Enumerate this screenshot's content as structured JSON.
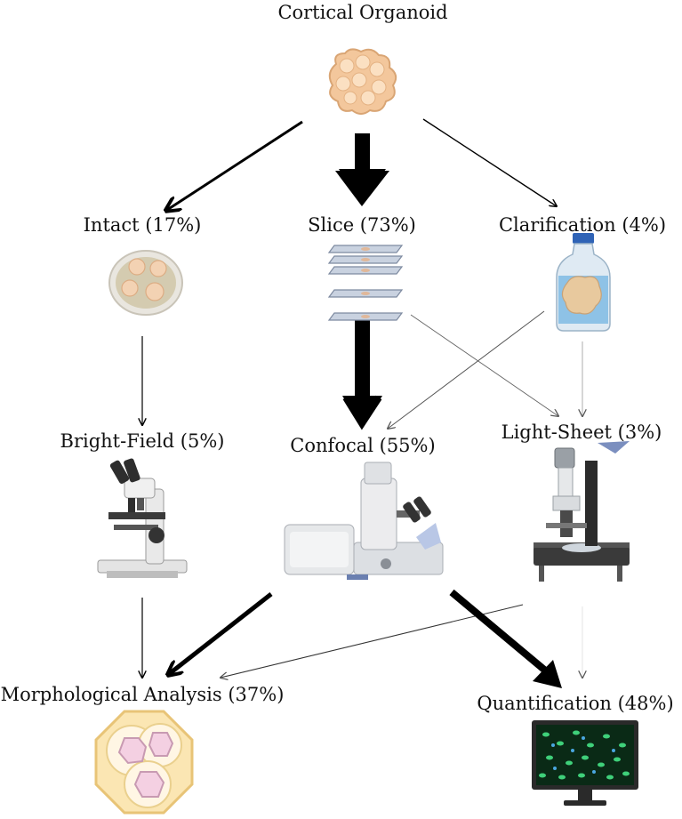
{
  "title": "Cortical Organoid",
  "nodes": {
    "intact": {
      "label": "Intact (17%)",
      "icon": "petri-dish-organoids-icon"
    },
    "slice": {
      "label": "Slice (73%)",
      "icon": "glass-slides-icon"
    },
    "clarification": {
      "label": "Clarification (4%)",
      "icon": "clearing-bottle-icon"
    },
    "bright_field": {
      "label": "Bright-Field (5%)",
      "icon": "upright-microscope-icon"
    },
    "confocal": {
      "label": "Confocal (55%)",
      "icon": "confocal-microscope-icon"
    },
    "light_sheet": {
      "label": "Light-Sheet (3%)",
      "icon": "light-sheet-microscope-icon"
    },
    "morphological": {
      "label": "Morphological Analysis (37%)",
      "icon": "cell-diagram-icon"
    },
    "quantification": {
      "label": "Quantification (48%)",
      "icon": "monitor-cells-icon"
    }
  },
  "edges": [
    {
      "from": "organoid",
      "to": "intact",
      "weight": "medium"
    },
    {
      "from": "organoid",
      "to": "slice",
      "weight": "heavy"
    },
    {
      "from": "organoid",
      "to": "clarification",
      "weight": "thin"
    },
    {
      "from": "intact",
      "to": "bright_field",
      "weight": "thin"
    },
    {
      "from": "slice",
      "to": "confocal",
      "weight": "heavy"
    },
    {
      "from": "slice",
      "to": "light_sheet",
      "weight": "faint"
    },
    {
      "from": "clarification",
      "to": "confocal",
      "weight": "faint"
    },
    {
      "from": "clarification",
      "to": "light_sheet",
      "weight": "faint"
    },
    {
      "from": "bright_field",
      "to": "morphological",
      "weight": "thin"
    },
    {
      "from": "confocal",
      "to": "morphological",
      "weight": "medium"
    },
    {
      "from": "confocal",
      "to": "quantification",
      "weight": "heavy"
    },
    {
      "from": "light_sheet",
      "to": "morphological",
      "weight": "faint"
    },
    {
      "from": "light_sheet",
      "to": "quantification",
      "weight": "faint"
    }
  ],
  "colors": {
    "arrow": "#000000",
    "faint_arrow": "#666666",
    "organoid": "#f3c79c",
    "monitor_screen": "#0a2a16"
  }
}
